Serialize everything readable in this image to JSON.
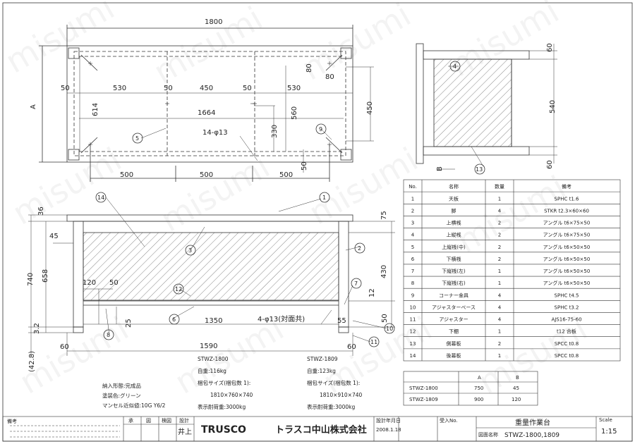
{
  "top_view": {
    "overall_width": "1800",
    "depth_label": "A",
    "segments_top": [
      "50",
      "530",
      "50",
      "450",
      "50",
      "530"
    ],
    "inner_width": "1664",
    "holes": "14-φ13",
    "bottom_segments": [
      "500",
      "500",
      "500"
    ],
    "side_labels": {
      "d614": "614",
      "d560": "560",
      "d330": "330",
      "d80a": "80",
      "d80b": "80",
      "d50": "50",
      "d450": "450"
    },
    "balloons": {
      "b5": "5",
      "b9": "9"
    }
  },
  "side_view": {
    "dims": {
      "d60t": "60",
      "d540": "540",
      "d60b": "60",
      "b_label": "B"
    },
    "balloons": {
      "b4": "4",
      "b13": "13"
    }
  },
  "front_view": {
    "dims": {
      "d36": "36",
      "d45": "45",
      "d740": "740",
      "d658": "658",
      "d32": "3.2",
      "d60l": "60",
      "d428": "(42.8)",
      "d120": "120",
      "d50a": "50",
      "d25": "25",
      "d1350": "1350",
      "d1590": "1590",
      "d60r": "60",
      "d75": "75",
      "d430": "430",
      "d12": "12",
      "d55": "55",
      "d50b": "50"
    },
    "holes_note": "4-φ13(対面共)",
    "balloons": [
      "14",
      "1",
      "3",
      "2",
      "12",
      "7",
      "8",
      "6",
      "10",
      "11"
    ]
  },
  "parts_table": {
    "headers": [
      "No.",
      "名称",
      "数量",
      "備考"
    ],
    "rows": [
      [
        "1",
        "天板",
        "1",
        "SPHC t1.6"
      ],
      [
        "2",
        "脚",
        "4",
        "STKR t2.3×60×60"
      ],
      [
        "3",
        "上横桟",
        "2",
        "アングル t6×75×50"
      ],
      [
        "4",
        "上縦桟",
        "2",
        "アングル t6×75×50"
      ],
      [
        "5",
        "上縦桟(中)",
        "2",
        "アングル t6×50×50"
      ],
      [
        "6",
        "下横桟",
        "2",
        "アングル t6×50×50"
      ],
      [
        "7",
        "下縦桟(左)",
        "1",
        "アングル t6×50×50"
      ],
      [
        "8",
        "下縦桟(右)",
        "1",
        "アングル t6×50×50"
      ],
      [
        "9",
        "コーナー金具",
        "4",
        "SPHC t4.5"
      ],
      [
        "10",
        "アジャスターベース",
        "4",
        "SPHC t3.2"
      ],
      [
        "11",
        "アジャスター",
        "4",
        "AJS16-75-60"
      ],
      [
        "12",
        "下棚",
        "1",
        "t12 合板"
      ],
      [
        "13",
        "側幕板",
        "2",
        "SPCC t0.8"
      ],
      [
        "14",
        "後幕板",
        "1",
        "SPCC t0.8"
      ]
    ]
  },
  "size_table": {
    "headers": [
      "",
      "A",
      "B"
    ],
    "rows": [
      [
        "STWZ-1800",
        "750",
        "45"
      ],
      [
        "STWZ-1809",
        "900",
        "120"
      ]
    ]
  },
  "notes": {
    "delivery": "納入形態:完成品",
    "paint": "塗装色:グリーン",
    "munsell": "マンセル近似値:10G Y6/2",
    "model_a": {
      "name": "STWZ-1800",
      "weight": "自重:116kg",
      "pack": "梱包サイズ(梱包数 1):",
      "pack_size": "1810×760×740",
      "load": "表示耐荷重:3000kg"
    },
    "model_b": {
      "name": "STWZ-1809",
      "weight": "自重:123kg",
      "pack": "梱包サイズ(梱包数 1):",
      "pack_size": "1810×910×740",
      "load": "表示耐荷重:3000kg"
    }
  },
  "title_block": {
    "biko": "備考",
    "sho": "承",
    "zu": "図",
    "ken": "検図",
    "design": "設計",
    "designer": "井上",
    "brand": "TRUSCO",
    "company": "トラスコ中山株式会社",
    "date_label": "設計年月日",
    "date": "2008.1.18",
    "title": "重量作業台",
    "drawing_label": "図面名称",
    "drawing_no": "STWZ-1800,1809",
    "scale_label": "Scale",
    "scale": "1:15",
    "receive": "受入No."
  },
  "watermark": "misumi"
}
